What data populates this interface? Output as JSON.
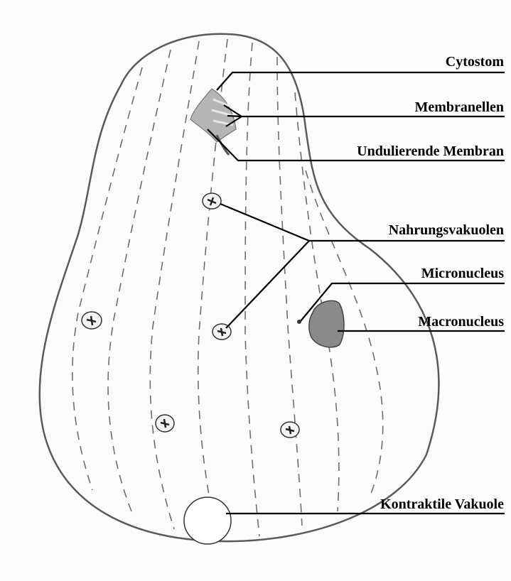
{
  "labels": {
    "cytostom": "Cytostom",
    "membranellen": "Membranellen",
    "undulierende_membran": "Undulierende Membran",
    "nahrungsvakuolen": "Nahrungsvakuolen",
    "micronucleus": "Micronucleus",
    "macronucleus": "Macronucleus",
    "kontraktile_vakuole": "Kontraktile Vakuole"
  },
  "colors": {
    "outline": "#5a5a5a",
    "leader_line": "#000000",
    "macronucleus_fill": "#8a8a8a",
    "background": "#fdfdfd"
  }
}
